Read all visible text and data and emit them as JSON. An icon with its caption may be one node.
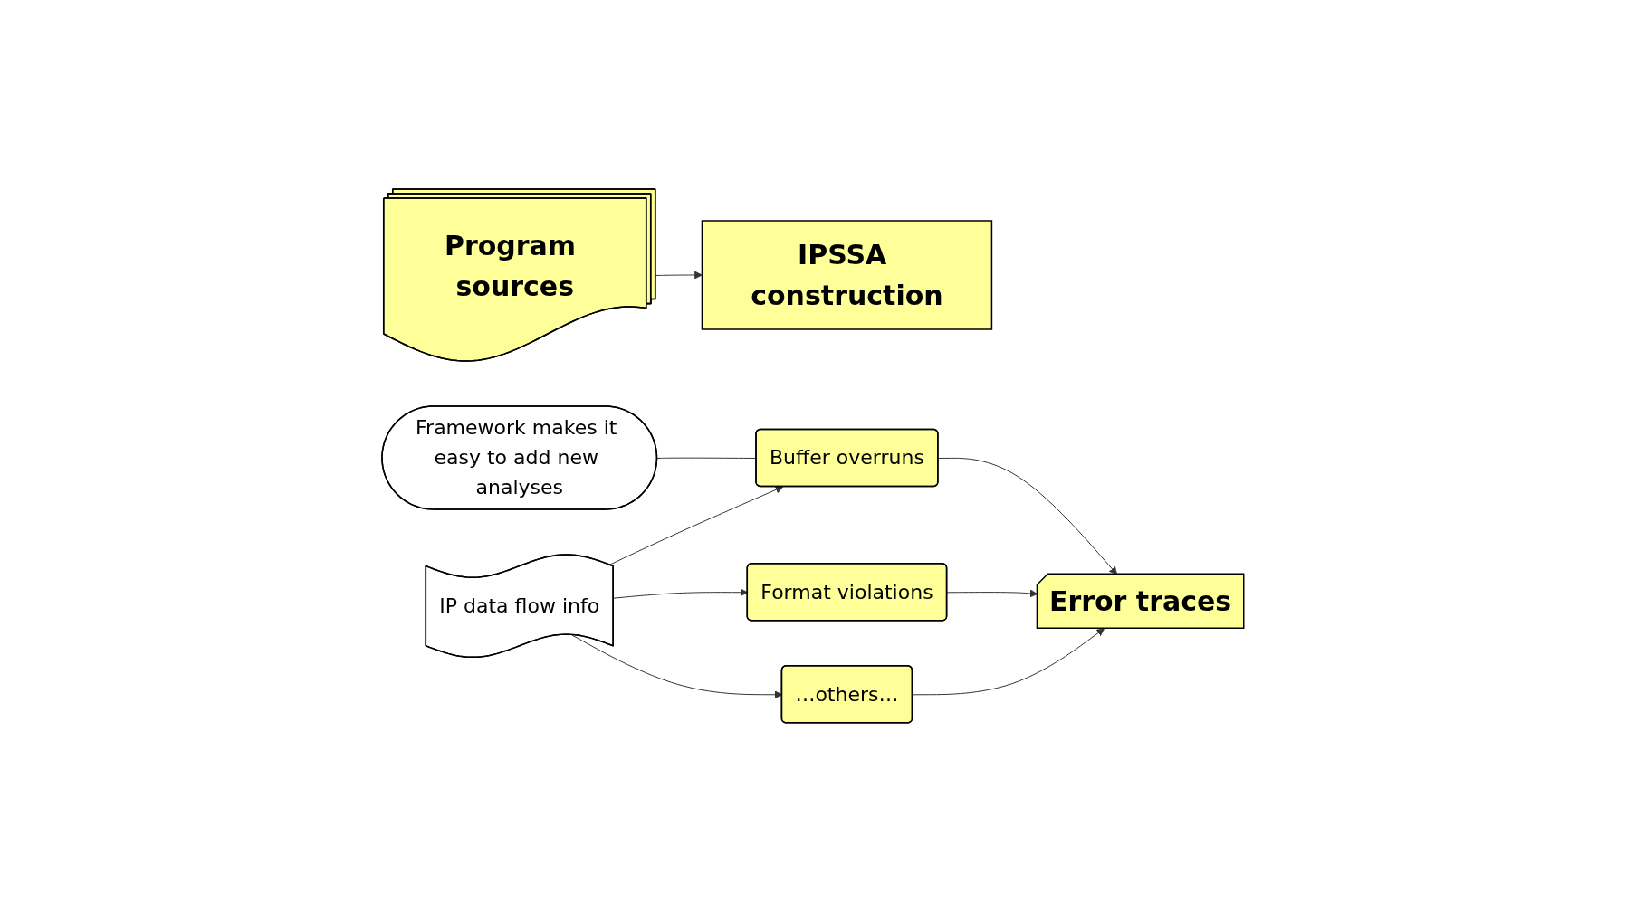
{
  "diagram": {
    "nodes": [
      {
        "text": [
          "Program sources"
        ]
      },
      {
        "text": [
          "IPSSA construction"
        ]
      },
      {
        "text": [
          "IP data flow info"
        ]
      },
      {
        "text": [
          "Framework makes it easy to add new analyses"
        ]
      },
      {
        "text": [
          "Buffer overruns"
        ]
      },
      {
        "text": [
          "Format violations"
        ]
      },
      {
        "text": [
          "…others…"
        ]
      },
      {
        "text": [
          "Error traces"
        ]
      }
    ],
    "edges": [
      {
        "from": 0,
        "to": 1,
        "arrow": "to"
      },
      {
        "from": 2,
        "to": 4,
        "arrow": "to"
      },
      {
        "from": 2,
        "to": 5,
        "arrow": "to"
      },
      {
        "from": 2,
        "to": 6,
        "arrow": "to"
      },
      {
        "from": 3,
        "to": 4,
        "arrow": "none"
      },
      {
        "from": 4,
        "to": 7,
        "arrow": "to"
      },
      {
        "from": 5,
        "to": 7,
        "arrow": "to"
      },
      {
        "from": 6,
        "to": 7,
        "arrow": "to"
      }
    ]
  }
}
